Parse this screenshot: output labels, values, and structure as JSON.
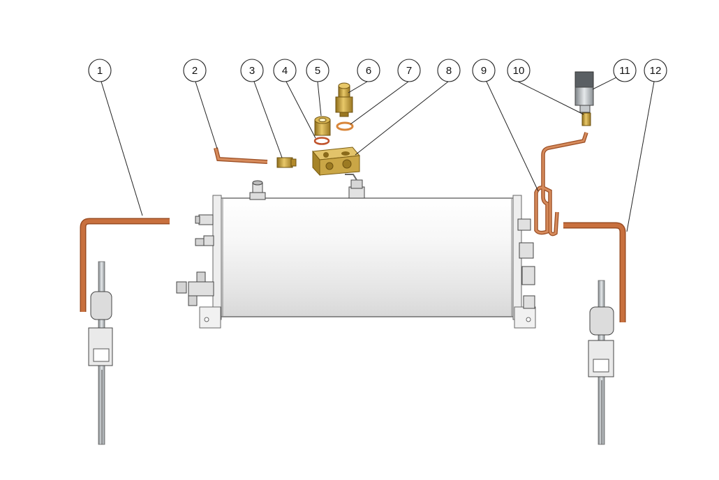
{
  "diagram": {
    "callouts": [
      {
        "id": "c1",
        "label": "1"
      },
      {
        "id": "c2",
        "label": "2"
      },
      {
        "id": "c3",
        "label": "3"
      },
      {
        "id": "c4",
        "label": "4"
      },
      {
        "id": "c5",
        "label": "5"
      },
      {
        "id": "c6",
        "label": "6"
      },
      {
        "id": "c7",
        "label": "7"
      },
      {
        "id": "c8",
        "label": "8"
      },
      {
        "id": "c9",
        "label": "9"
      },
      {
        "id": "c10",
        "label": "10"
      },
      {
        "id": "c11",
        "label": "11"
      },
      {
        "id": "c12",
        "label": "12"
      }
    ],
    "colors": {
      "copper": "#c8703e",
      "copper_dark": "#9a4c22",
      "brass": "#c9a23a",
      "brass_dark": "#8e6d1a",
      "oring": "#d9863a",
      "tank": "#f4f4f4",
      "steel": "#cfd3d6"
    }
  }
}
